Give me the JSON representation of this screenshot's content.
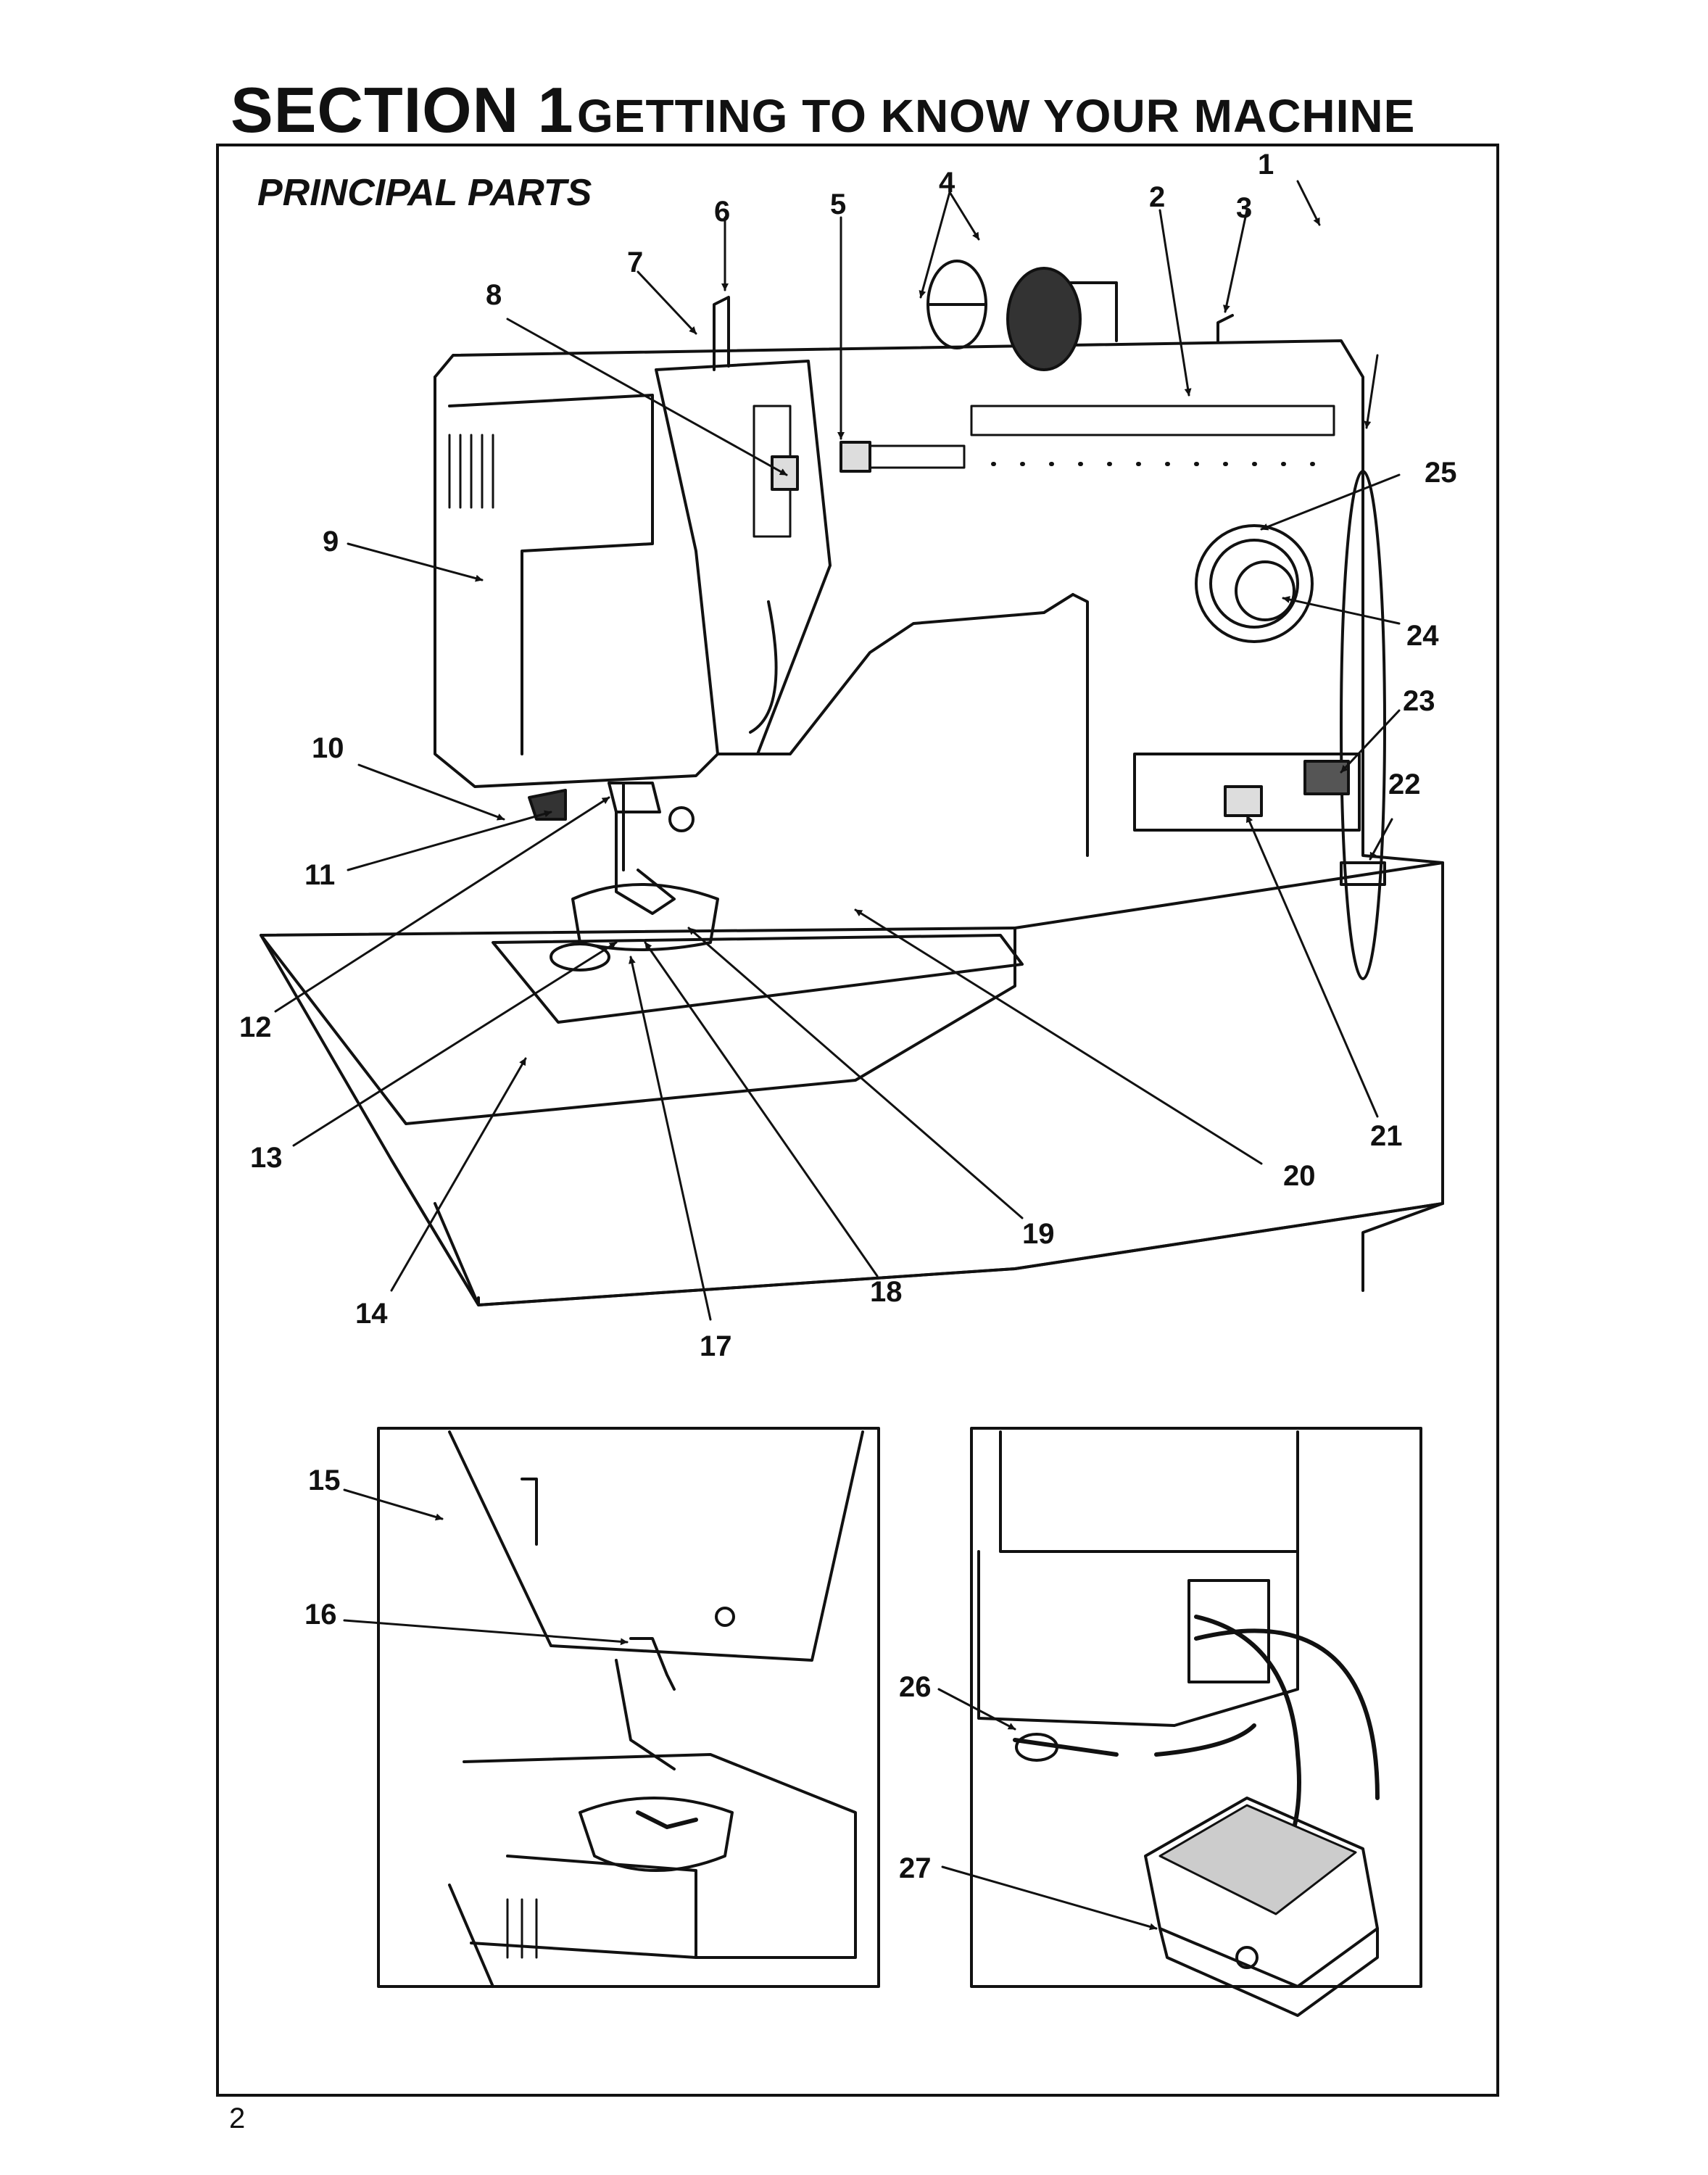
{
  "section": {
    "number_label": "SECTION 1",
    "title": "GETTING TO KNOW YOUR MACHINE"
  },
  "subheading": "PRINCIPAL PARTS",
  "page_number": "2",
  "callouts": {
    "c1": "1",
    "c2": "2",
    "c3": "3",
    "c4": "4",
    "c5": "5",
    "c6": "6",
    "c7": "7",
    "c8": "8",
    "c9": "9",
    "c10": "10",
    "c11": "11",
    "c12": "12",
    "c13": "13",
    "c14": "14",
    "c15": "15",
    "c16": "16",
    "c17": "17",
    "c18": "18",
    "c19": "19",
    "c20": "20",
    "c21": "21",
    "c22": "22",
    "c23": "23",
    "c24": "24",
    "c25": "25",
    "c26": "26",
    "c27": "27"
  }
}
